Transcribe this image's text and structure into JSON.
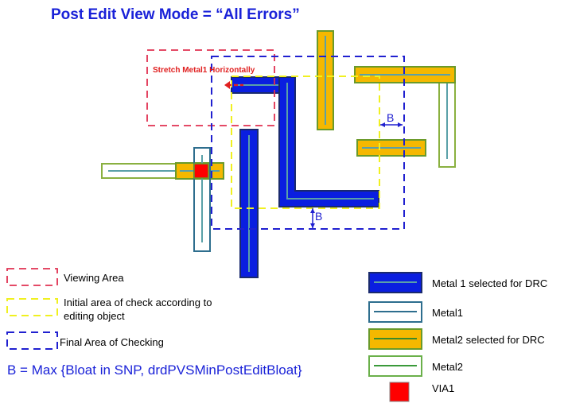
{
  "title": "Post Edit View Mode = “All Errors”",
  "annotations": {
    "stretch": "Stretch Metal1 Horizontally",
    "bloat_label_1": "B",
    "bloat_label_2": "B"
  },
  "legend_left": {
    "viewing_area": "Viewing Area",
    "initial_area_line1": "Initial area of check according to",
    "initial_area_line2": "editing object",
    "final_area": "Final Area of Checking"
  },
  "legend_right": {
    "metal1_selected": "Metal 1 selected for DRC",
    "metal1": "Metal1",
    "metal2_selected": "Metal2 selected for DRC",
    "metal2": "Metal2",
    "via1": "VIA1"
  },
  "formula": "B = Max {Bloat in SNP, drdPVSMinPostEditBloat}",
  "colors": {
    "title_blue": "#1a22d8",
    "metal1_fill": "#0a1ee0",
    "metal1_border": "#1a2a6e",
    "metal1_outline": "#2e6e8e",
    "metal2_fill": "#f5b800",
    "metal2_border": "#6a9a2a",
    "metal2_outline": "#8ab040",
    "inner_line": "#5aa0a8",
    "via_red": "#ff0000",
    "viewing_red": "#e03050",
    "initial_yellow": "#f0f020",
    "final_blue": "#2020d0"
  }
}
